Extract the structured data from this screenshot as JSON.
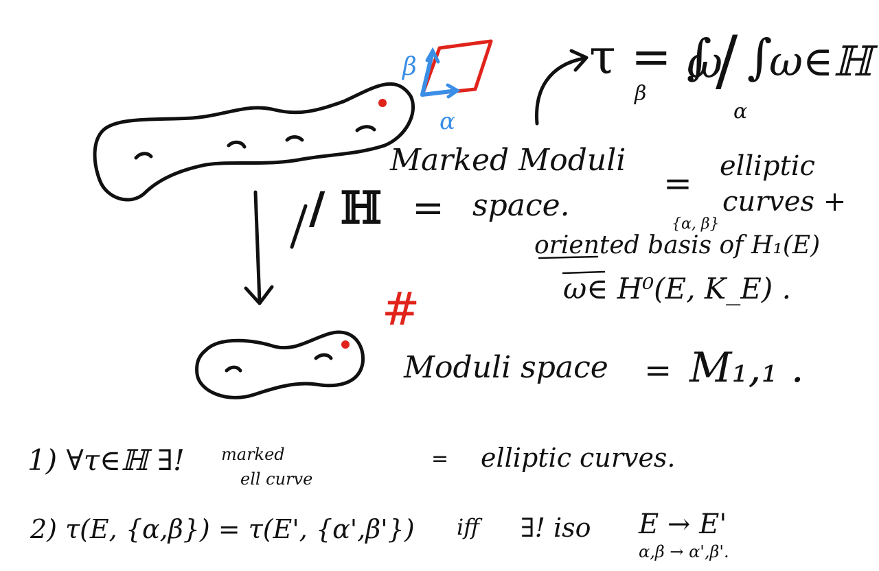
{
  "colors": {
    "ink": "#111111",
    "blue": "#3a8ee6",
    "red": "#e0241b"
  },
  "labels": {
    "beta": "β",
    "alpha": "α",
    "tau_formula_prefix": "τ = ∫",
    "omega": "ω",
    "slash": "/",
    "integral": "∫",
    "omega_in_h": "ω∈ℍ",
    "int_sub_beta": "β",
    "int_sub_alpha": "α",
    "quotient_h": "/ ℍ",
    "equals_1": "=",
    "marked_moduli": "Marked Moduli",
    "space_1": "space.",
    "equals_2": "=",
    "elliptic": "elliptic",
    "curves_plus": "curves +",
    "basis_set": "{α, β}",
    "oriented_basis": "oriented basis of H₁(E)",
    "omega_line": "ω∈ H⁰(E, K_E) .",
    "hash": "#",
    "moduli_space": "Moduli space",
    "equals_3": "=",
    "m11": "M₁,₁ .",
    "item1_prefix": "1) ∀τ∈ℍ ∃!",
    "item1_marked": "marked",
    "item1_ell": "ell curve",
    "item1_equals": "=",
    "item1_rest": "elliptic curves.",
    "item2_prefix": "2) τ(E, {α,β}) = τ(E', {α',β'})",
    "item2_iff": "iff",
    "item2_exists": "∃! iso",
    "item2_map": "E → E'",
    "item2_basis_map": "α,β → α',β'."
  }
}
